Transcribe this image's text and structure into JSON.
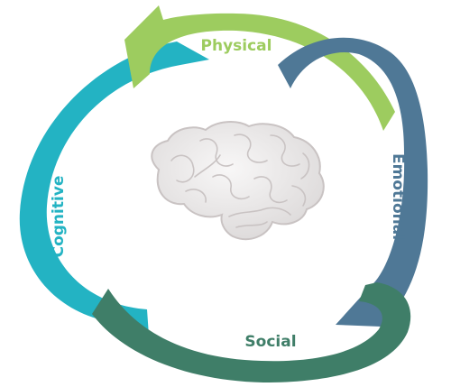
{
  "labels": {
    "physical": "Physical",
    "emotional": "Emotional",
    "social": "Social",
    "cognitive": "Cognitive"
  },
  "colors": {
    "physical": "#9dcc5f",
    "emotional": "#4f7896",
    "social": "#3f7e68",
    "cognitive": "#23b3c3",
    "brain_fill": "#ececec",
    "brain_line": "#c9c3c3"
  },
  "icons": {
    "center": "brain-icon"
  }
}
